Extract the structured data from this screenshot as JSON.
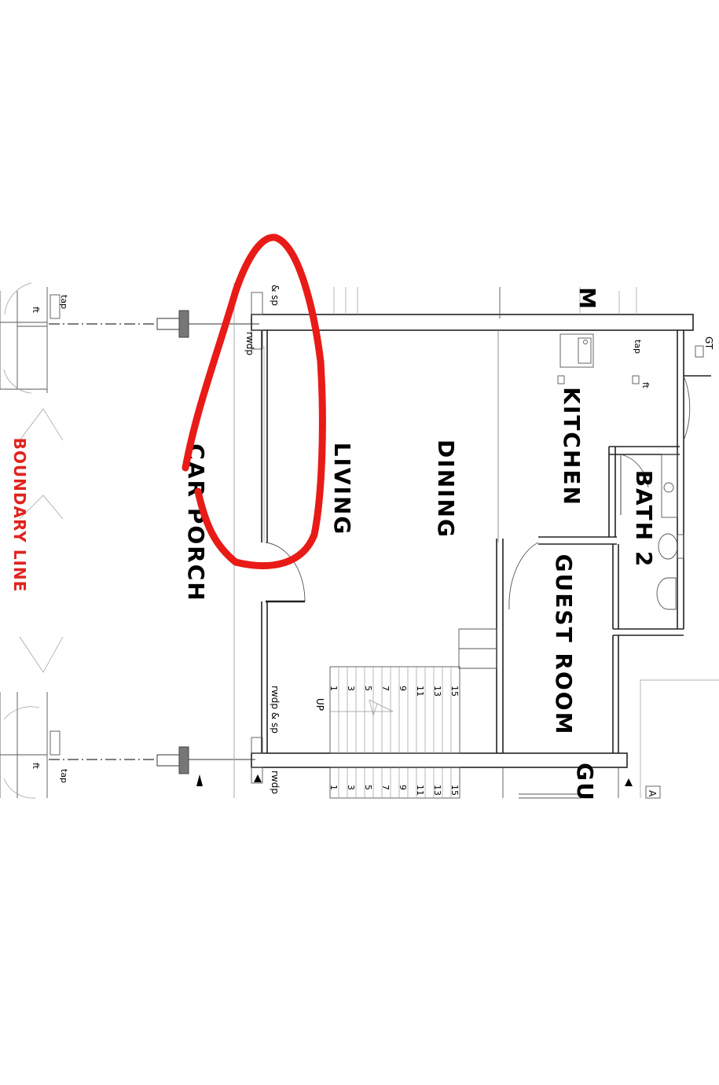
{
  "rooms": {
    "living": "LIVING",
    "dining": "DINING",
    "kitchen": "KITCHEN",
    "bath2": "BATH 2",
    "guest_room": "GUEST ROOM",
    "car_porch": "CAR PORCH",
    "boundary_line": "BOUNDARY LINE",
    "partial_top": "M",
    "partial_bottom": "GU"
  },
  "labels": {
    "tap": "tap",
    "ft": "ft",
    "sp_top": "& sp",
    "rwdp": "rwdp",
    "rwdp_sp": "rwdp & sp",
    "rwdp_bottom": "rwdp",
    "gt": "GT",
    "up": "UP",
    "edge_a": "A"
  },
  "stairs": {
    "steps_upper": [
      "1",
      "3",
      "5",
      "7",
      "9",
      "11",
      "13",
      "15"
    ],
    "steps_lower": [
      "1",
      "3",
      "5",
      "7",
      "9",
      "11",
      "13",
      "15"
    ]
  },
  "colors": {
    "annotation": "#e81b17",
    "boundary": "#e0231f",
    "ink": "#000000"
  }
}
